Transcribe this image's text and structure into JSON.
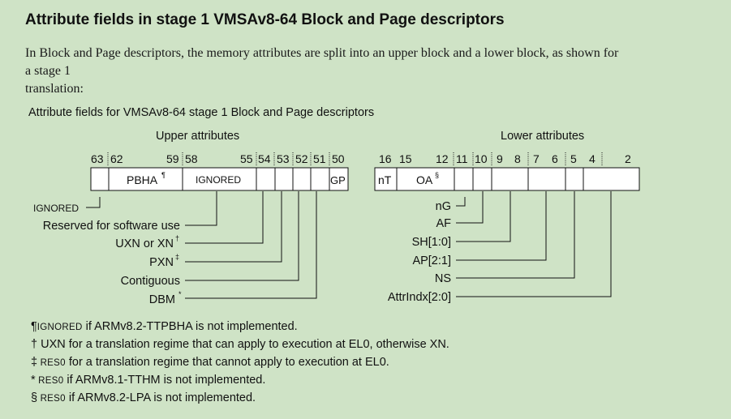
{
  "title": "Attribute fields in stage 1 VMSAv8-64 Block and Page descriptors",
  "intro": {
    "line1": "In Block and Page descriptors, the memory attributes are split into an upper block and a lower block, as shown for",
    "line2": "a stage 1",
    "line3": "translation:"
  },
  "figure": {
    "caption": "Attribute fields for VMSAv8-64 stage 1 Block and Page descriptors",
    "upper_heading": "Upper attributes",
    "lower_heading": "Lower attributes",
    "upper_bits": [
      "63",
      "62",
      "59",
      "58",
      "55",
      "54",
      "53",
      "52",
      "51",
      "50"
    ],
    "lower_bits": [
      "16",
      "15",
      "12",
      "11",
      "10",
      "9",
      "8",
      "7",
      "6",
      "5",
      "4",
      "2"
    ],
    "upper_cells": {
      "pbha": "PBHA",
      "pbha_mark": "¶",
      "ignored": "IGNORED",
      "gp": "GP"
    },
    "lower_cells": {
      "nt": "nT",
      "oa": "OA",
      "oa_mark": "§"
    },
    "upper_labels": [
      "IGNORED",
      "Reserved for software use",
      "UXN or XN",
      "PXN",
      "Contiguous",
      "DBM"
    ],
    "upper_marks": [
      "†",
      "‡",
      "*"
    ],
    "lower_labels": [
      "nG",
      "AF",
      "SH[1:0]",
      "AP[2:1]",
      "NS",
      "AttrIndx[2:0]"
    ]
  },
  "footnotes": [
    {
      "mark": "¶",
      "sc": "IGNORED",
      "text": " if ARMv8.2-TTPBHA is not implemented."
    },
    {
      "mark": "†",
      "sc": "",
      "text": " UXN for a translation regime that can apply to execution at EL0, otherwise XN."
    },
    {
      "mark": "‡",
      "sc": " RES0",
      "text": " for a translation regime that cannot apply to execution at EL0."
    },
    {
      "mark": "*",
      "sc": " RES0",
      "text": " if ARMv8.1-TTHM is not implemented."
    },
    {
      "mark": "§",
      "sc": " RES0",
      "text": " if ARMv8.2-LPA is not implemented."
    }
  ]
}
